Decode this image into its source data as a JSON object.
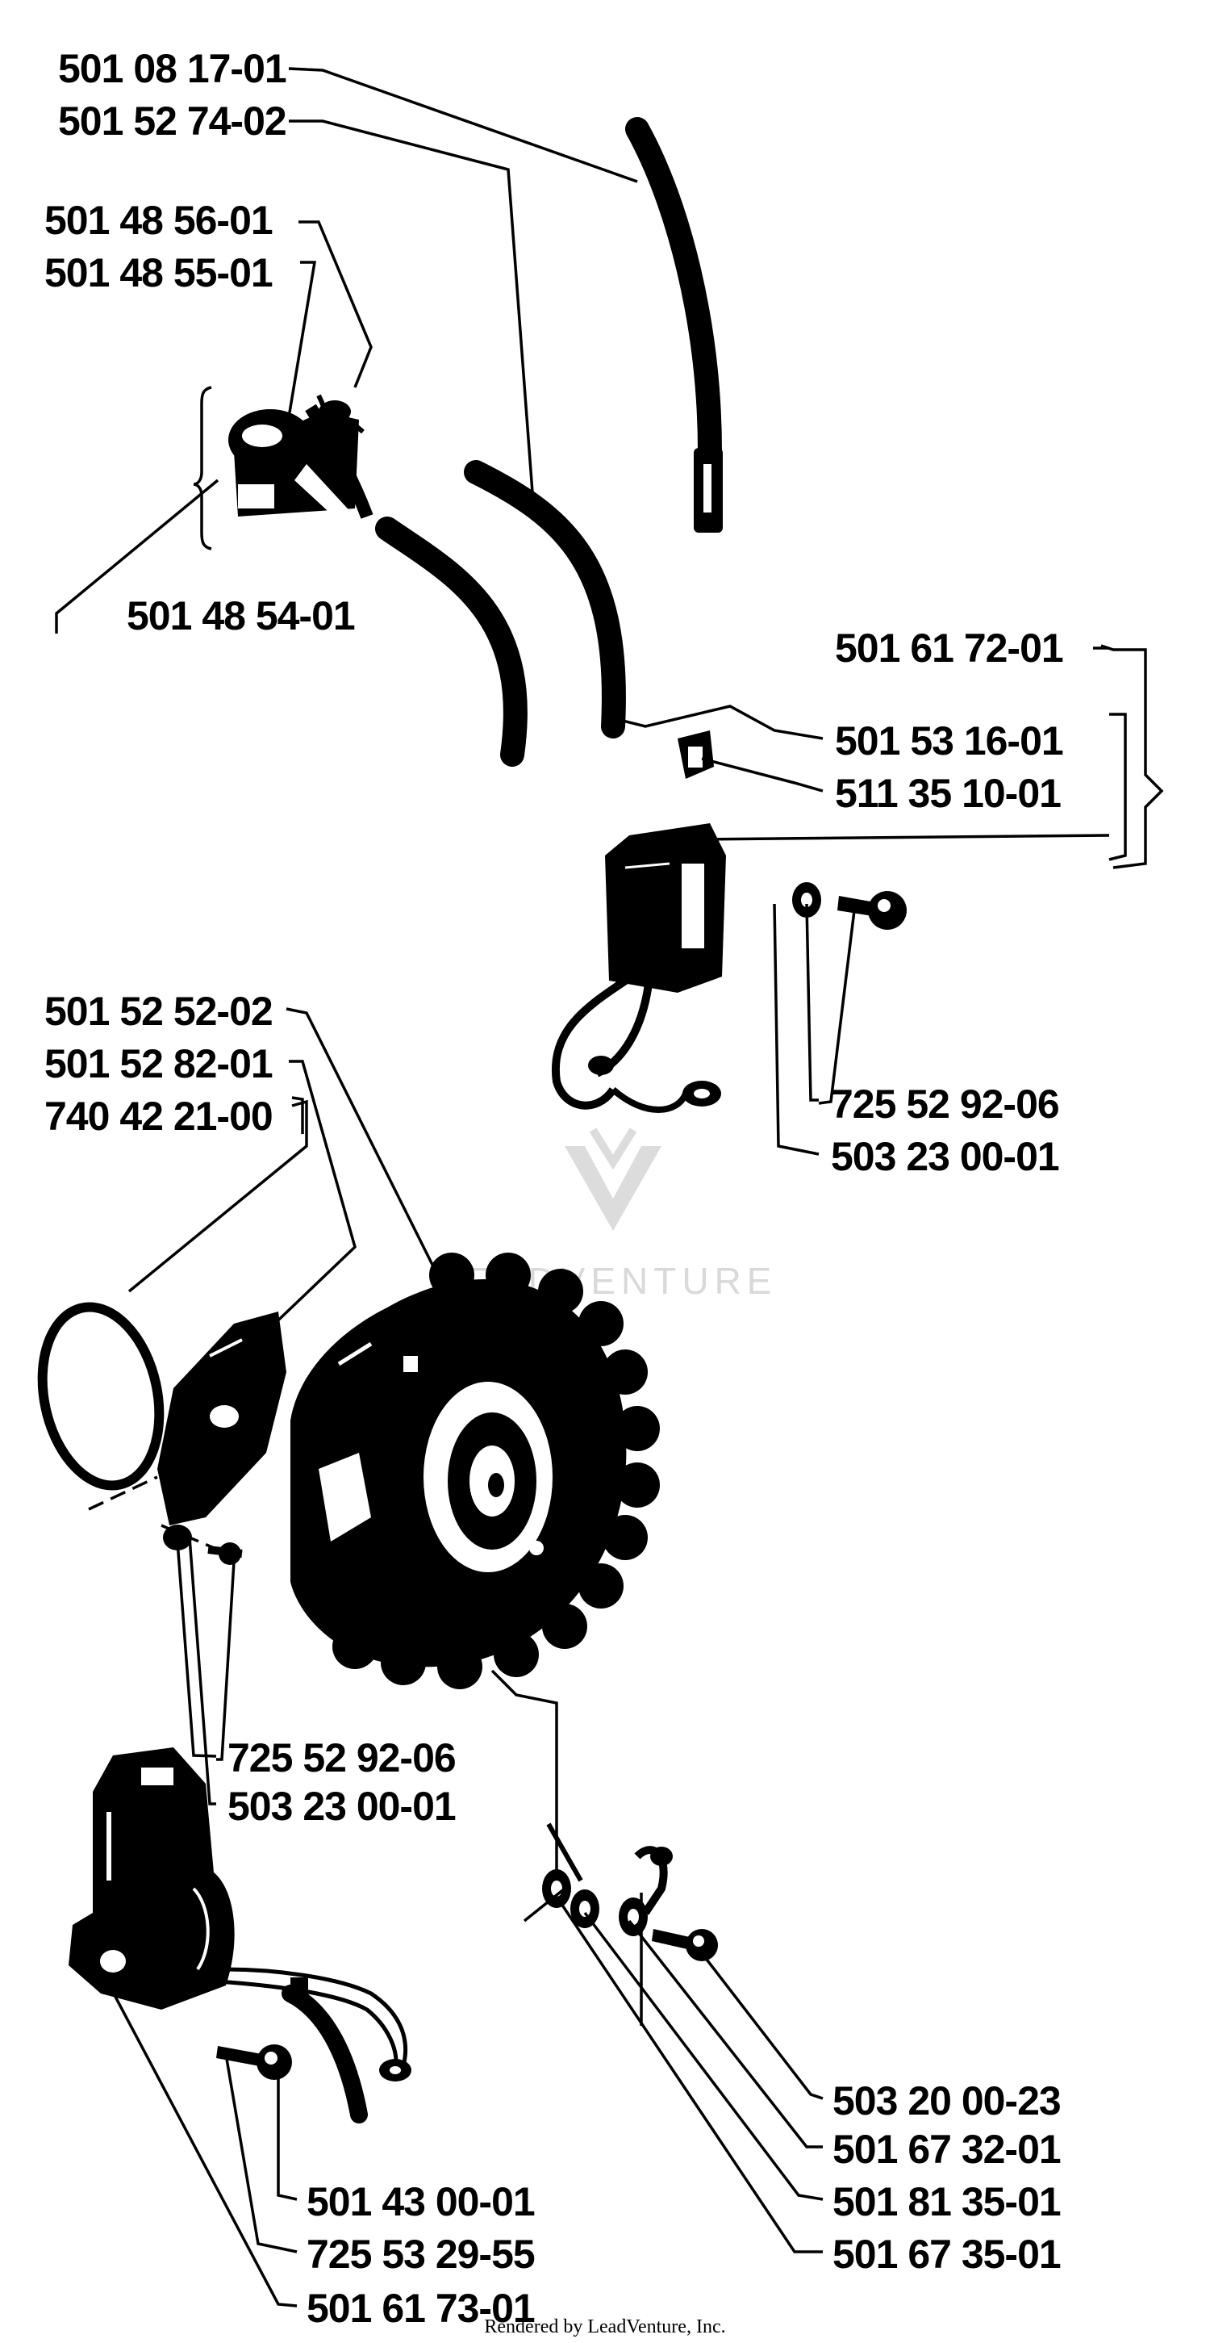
{
  "diagram": {
    "part_numbers": [
      {
        "id": "p1",
        "text": "501 08 17-01"
      },
      {
        "id": "p2",
        "text": "501 52 74-02"
      },
      {
        "id": "p3",
        "text": "501 48 56-01"
      },
      {
        "id": "p4",
        "text": "501 48 55-01"
      },
      {
        "id": "p5",
        "text": "501 48 54-01"
      },
      {
        "id": "p6",
        "text": "501 61 72-01"
      },
      {
        "id": "p7",
        "text": "501 53 16-01"
      },
      {
        "id": "p8",
        "text": "511 35 10-01"
      },
      {
        "id": "p9",
        "text": "501 52 52-02"
      },
      {
        "id": "p10",
        "text": "501 52 82-01"
      },
      {
        "id": "p11",
        "text": "740 42 21-00"
      },
      {
        "id": "p12",
        "text": "725 52 92-06"
      },
      {
        "id": "p13",
        "text": "503 23 00-01"
      },
      {
        "id": "p14",
        "text": "725 52 92-06"
      },
      {
        "id": "p15",
        "text": "503 23 00-01"
      },
      {
        "id": "p16",
        "text": "503 20 00-23"
      },
      {
        "id": "p17",
        "text": "501 67 32-01"
      },
      {
        "id": "p18",
        "text": "501 81 35-01"
      },
      {
        "id": "p19",
        "text": "501 67 35-01"
      },
      {
        "id": "p20",
        "text": "501 43 00-01"
      },
      {
        "id": "p21",
        "text": "725 53 29-55"
      },
      {
        "id": "p22",
        "text": "501 61 73-01"
      }
    ],
    "watermark": "LEADVENTURE",
    "footer": "Rendered by LeadVenture, Inc."
  }
}
